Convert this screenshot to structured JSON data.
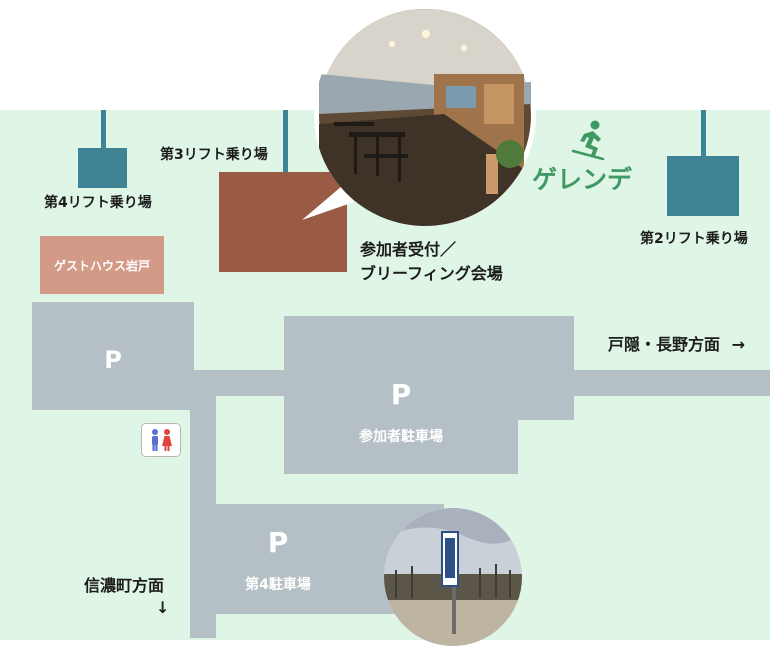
{
  "colors": {
    "grass": "#dff5e6",
    "road": "#b5bfc6",
    "lift": "#3f8395",
    "reception": "#9a5b45",
    "guesthouse": "#d49a88",
    "slope_text": "#3e9a62"
  },
  "slope": {
    "label": "ゲレンデ",
    "icon": "skier-icon"
  },
  "lifts": {
    "lift3": "第3リフト乗り場",
    "lift4": "第4リフト乗り場",
    "lift2": "第2リフト乗り場"
  },
  "guesthouse": "ゲストハウス岩戸",
  "reception": {
    "line1": "参加者受付／",
    "line2": "ブリーフィング会場"
  },
  "parking": {
    "mark": "P",
    "participant_lot": "参加者駐車場",
    "lot4": "第4駐車場"
  },
  "directions": {
    "togakushi": "戸隠・長野方面",
    "togakushi_arrow": "→",
    "shinano": "信濃町方面",
    "shinano_arrow": "↓"
  },
  "icons": {
    "restroom": "restroom-icon",
    "skier": "skier-icon"
  }
}
